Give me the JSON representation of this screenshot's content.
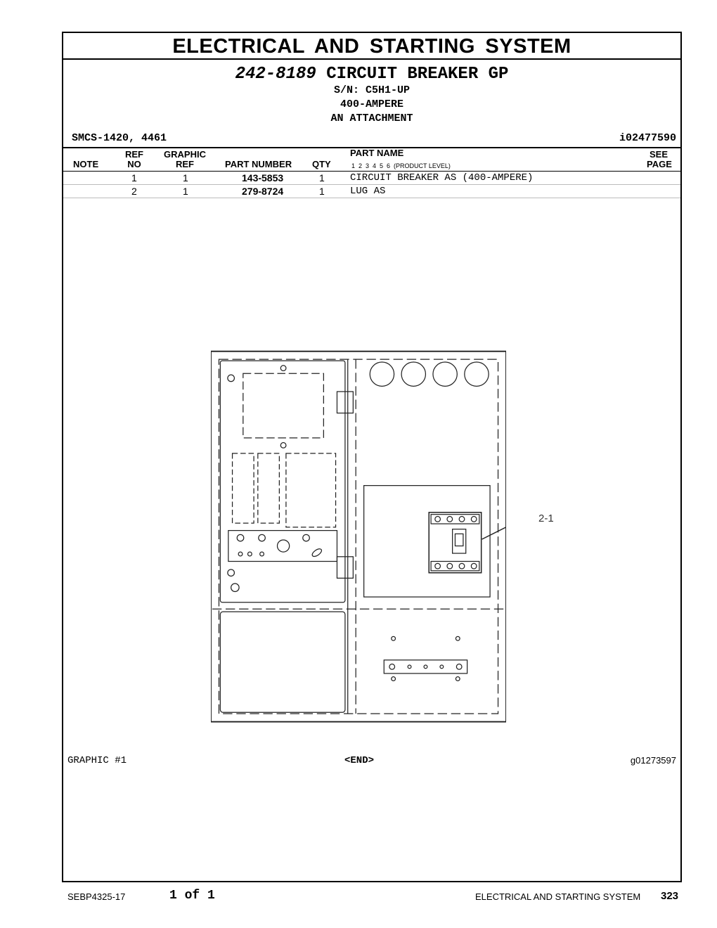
{
  "header": {
    "title": "ELECTRICAL AND STARTING SYSTEM",
    "part_number": "242-8189",
    "part_title": "CIRCUIT BREAKER GP",
    "serial": "S/N: C5H1-UP",
    "rating": "400-AMPERE",
    "attachment": "AN ATTACHMENT",
    "smcs": "SMCS-1420, 4461",
    "doc_id": "i02477590"
  },
  "columns": {
    "note": "NOTE",
    "ref_no_1": "REF",
    "ref_no_2": "NO",
    "graphic_ref_1": "GRAPHIC",
    "graphic_ref_2": "REF",
    "part_number": "PART NUMBER",
    "qty": "QTY",
    "part_name": "PART NAME",
    "levels": "1  2  3  4  5  6  (PRODUCT LEVEL)",
    "see_page_1": "SEE",
    "see_page_2": "PAGE"
  },
  "rows": [
    {
      "ref_no": "1",
      "graphic_ref": "1",
      "part_number": "143-5853",
      "qty": "1",
      "part_name": "CIRCUIT BREAKER AS (400-AMPERE)"
    },
    {
      "ref_no": "2",
      "graphic_ref": "1",
      "part_number": "279-8724",
      "qty": "1",
      "part_name": "LUG AS"
    }
  ],
  "graphic": {
    "callout": "2-1",
    "caption_left": "GRAPHIC #1",
    "caption_center": "<END>",
    "caption_right": "g01273597"
  },
  "footer": {
    "doc": "SEBP4325-17",
    "page_of": "1 of 1",
    "section": "ELECTRICAL AND STARTING SYSTEM",
    "page_num": "323"
  }
}
